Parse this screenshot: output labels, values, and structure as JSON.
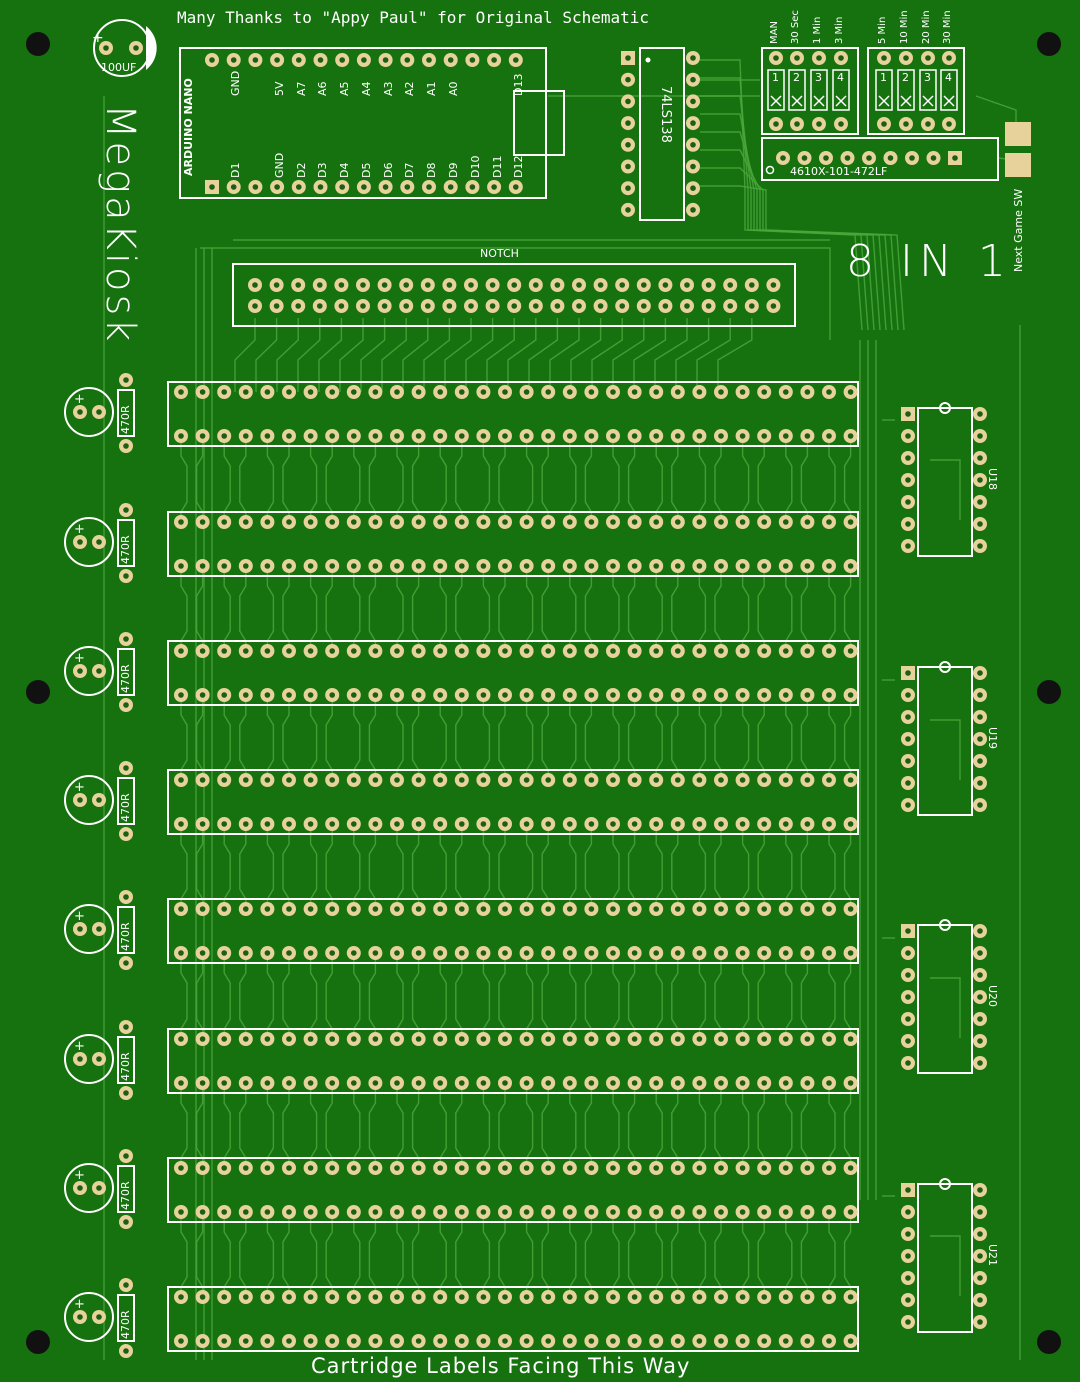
{
  "credit": "Many Thanks to \"Appy Paul\" for Original Schematic",
  "title": "MegaKiosk",
  "capacitor": "100UF",
  "arduino": {
    "name": "ARDUINO NANO",
    "top_pins": [
      "GND",
      "5V",
      "A7",
      "A6",
      "A5",
      "A4",
      "A3",
      "A2",
      "A1",
      "A0",
      "D13"
    ],
    "bottom_pins": [
      "D1",
      "GND",
      "D2",
      "D3",
      "D4",
      "D5",
      "D6",
      "D7",
      "D8",
      "D9",
      "D10",
      "D11",
      "D12"
    ]
  },
  "decoder_ic": "74LS138",
  "switch_labels": [
    "MAN",
    "30 Sec",
    "1 Min",
    "3 Min",
    "5 Min",
    "10 Min",
    "20 Min",
    "30 Min"
  ],
  "switch_numbers": [
    "1",
    "2",
    "3",
    "4",
    "1",
    "2",
    "3",
    "4"
  ],
  "resistor_network": "4610X-101-472LF",
  "mode_label": "8 IN 1",
  "next_game": "Next Game SW",
  "notch": "NOTCH",
  "resistor_value": "470R",
  "ics": [
    "U18",
    "U19",
    "U20",
    "U21"
  ],
  "bottom_text": "Cartridge Labels Facing This Way",
  "colors": {
    "board": "#16720f",
    "pad": "#e6d29a",
    "silkscreen": "#ffffff",
    "mount_hole": "#111111"
  }
}
